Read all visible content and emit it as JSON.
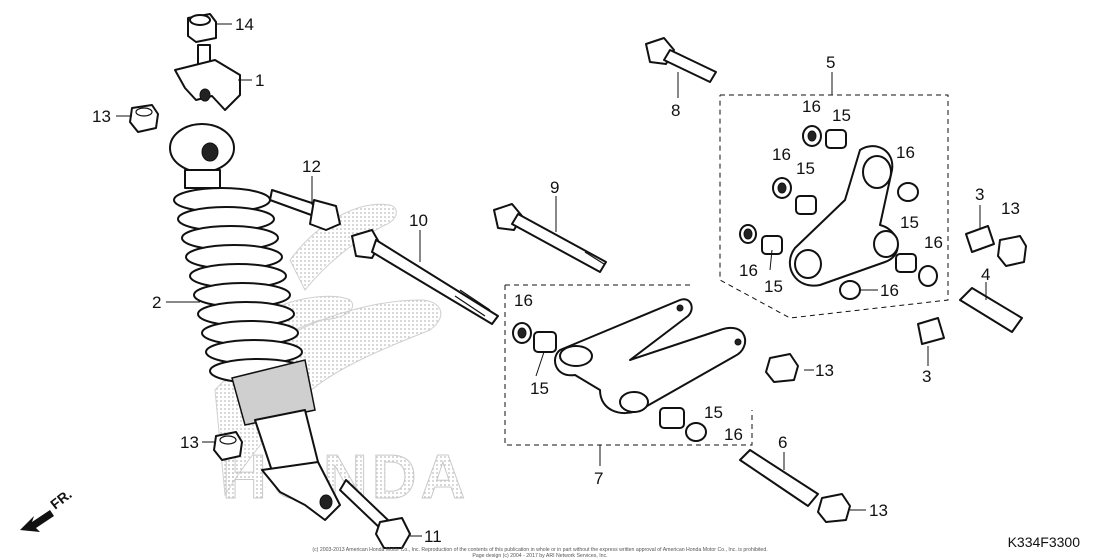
{
  "diagram": {
    "code": "K334F3300",
    "copyright_line1": "(c) 2003-2013 American Honda Motor Co., Inc. Reproduction of the contents of this publication in whole or in part without the express written approval of American Honda Motor Co., Inc. is prohibited.",
    "copyright_line2": "Page design (c) 2004 - 2017 by ARI Network Services, Inc.",
    "watermark": "HONDA",
    "direction_label": "FR."
  },
  "callouts": [
    {
      "id": "c14",
      "text": "14"
    },
    {
      "id": "c1",
      "text": "1"
    },
    {
      "id": "c13a",
      "text": "13"
    },
    {
      "id": "c12",
      "text": "12"
    },
    {
      "id": "c2",
      "text": "2"
    },
    {
      "id": "c10",
      "text": "10"
    },
    {
      "id": "c9",
      "text": "9"
    },
    {
      "id": "c8",
      "text": "8"
    },
    {
      "id": "c5",
      "text": "5"
    },
    {
      "id": "c16a",
      "text": "16"
    },
    {
      "id": "c15a",
      "text": "15"
    },
    {
      "id": "c16b",
      "text": "16"
    },
    {
      "id": "c15b",
      "text": "15"
    },
    {
      "id": "c16c",
      "text": "16"
    },
    {
      "id": "c3a",
      "text": "3"
    },
    {
      "id": "c13b",
      "text": "13"
    },
    {
      "id": "c15c",
      "text": "15"
    },
    {
      "id": "c16d",
      "text": "16"
    },
    {
      "id": "c16e",
      "text": "16"
    },
    {
      "id": "c15d",
      "text": "15"
    },
    {
      "id": "c16f",
      "text": "16"
    },
    {
      "id": "c4",
      "text": "4"
    },
    {
      "id": "c16g",
      "text": "16"
    },
    {
      "id": "c15e",
      "text": "15"
    },
    {
      "id": "c13c",
      "text": "13"
    },
    {
      "id": "c3b",
      "text": "3"
    },
    {
      "id": "c15f",
      "text": "15"
    },
    {
      "id": "c16h",
      "text": "16"
    },
    {
      "id": "c13d",
      "text": "13"
    },
    {
      "id": "c6",
      "text": "6"
    },
    {
      "id": "c7",
      "text": "7"
    },
    {
      "id": "c13e",
      "text": "13"
    },
    {
      "id": "c11",
      "text": "11"
    }
  ]
}
